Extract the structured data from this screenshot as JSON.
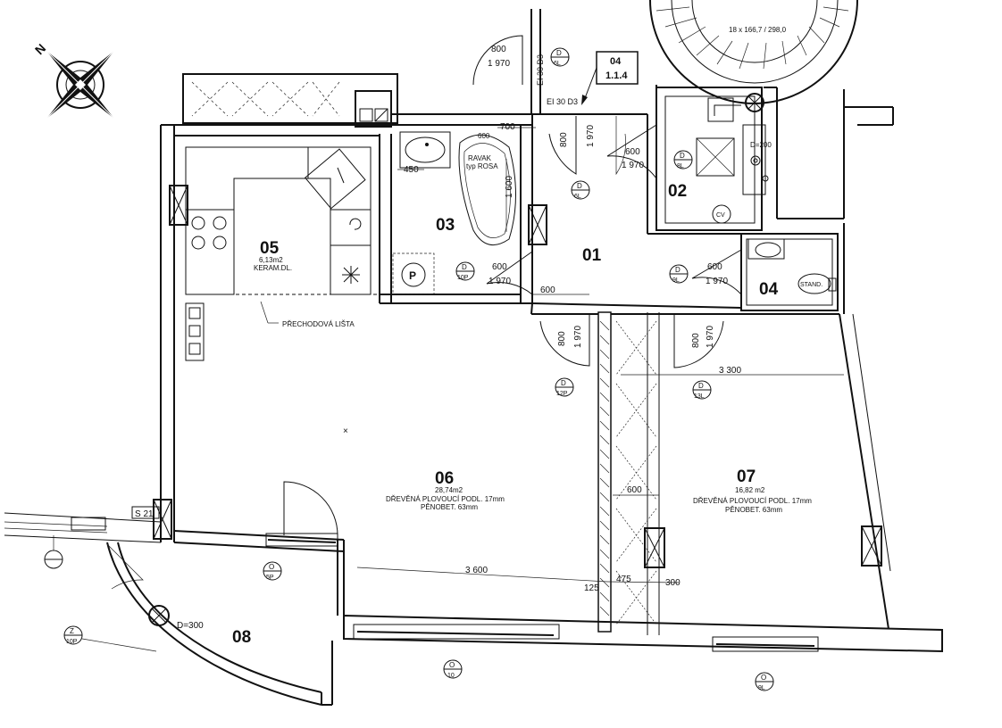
{
  "rooms": [
    {
      "id": "01"
    },
    {
      "id": "02"
    },
    {
      "id": "03"
    },
    {
      "id": "04"
    },
    {
      "id": "05",
      "area": "6,13m2",
      "floor": "KERAM.DL."
    },
    {
      "id": "06",
      "area": "28,74m2",
      "floor": "DŘEVĚNÁ PLOVOUCÍ PODL. 17mm",
      "screed": "PĚNOBET. 63mm"
    },
    {
      "id": "07",
      "area": "16,82 m2",
      "floor": "DŘEVĚNÁ PLOVOUCÍ PODL. 17mm",
      "screed": "PĚNOBET. 63mm"
    },
    {
      "id": "08"
    }
  ],
  "stair_label": "18 x 166,7 / 298,0",
  "callout": {
    "line1": "04",
    "line2": "1.1.4"
  },
  "fire_labels": [
    "EI 30 D3",
    "EI 30 D3"
  ],
  "fixtures": {
    "bathtub": "RAVAK",
    "bathtub_type": "typ ROSA",
    "boiler": "P",
    "cv": "CV",
    "duct": "D=200",
    "standpipe": "STAND.",
    "vent": "D=300"
  },
  "transition_label": "PŘECHODOVÁ LIŠTA",
  "section_label": "S 21",
  "dimensions": {
    "d800": "800",
    "d1970": "1 970",
    "d600": "600",
    "d700": "700",
    "d450": "450",
    "d1600": "1 600",
    "d3300": "3 300",
    "d3600": "3 600",
    "d125": "125",
    "d475": "475",
    "d300": "300"
  },
  "doors": [
    {
      "type": "D",
      "no": "6L"
    },
    {
      "type": "D",
      "no": "6L"
    },
    {
      "type": "D",
      "no": "8L"
    },
    {
      "type": "D",
      "no": "9L"
    },
    {
      "type": "D",
      "no": "10P"
    },
    {
      "type": "D",
      "no": "12P"
    },
    {
      "type": "D",
      "no": "13L"
    }
  ],
  "windows": [
    {
      "type": "O",
      "no": "5P"
    },
    {
      "type": "O",
      "no": "10"
    },
    {
      "type": "O",
      "no": "9L"
    },
    {
      "type": "Z",
      "no": "10P"
    }
  ],
  "north": "N"
}
